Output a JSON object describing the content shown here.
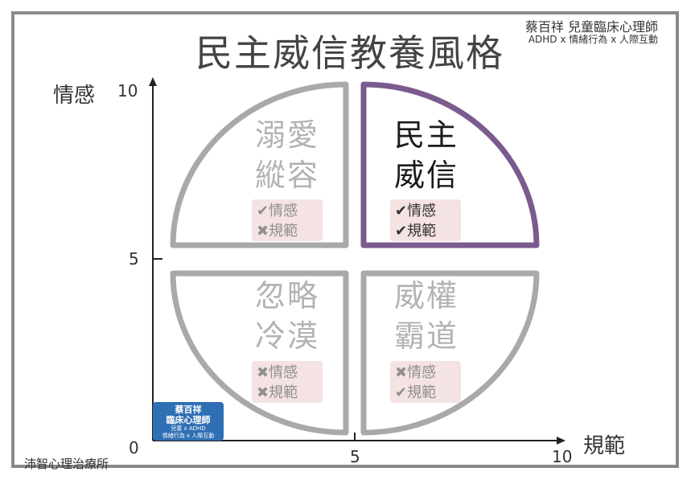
{
  "title": "民主威信教養風格",
  "author": {
    "name": "蔡百祥 兒童臨床心理師",
    "topics": "ADHD x 情緒行為 x 人際互動"
  },
  "axes": {
    "y_label": "情感",
    "x_label": "規範",
    "y_ticks": [
      "10",
      "5"
    ],
    "x_ticks": [
      "5",
      "10"
    ],
    "origin": "0"
  },
  "quadrants": {
    "top_left": {
      "line1": "溺愛",
      "line2": "縱容",
      "tag1": "✔情感",
      "tag2": "✖規範"
    },
    "top_right": {
      "line1": "民主",
      "line2": "威信",
      "tag1": "✔情感",
      "tag2": "✔規範"
    },
    "bottom_left": {
      "line1": "忽略",
      "line2": "冷漠",
      "tag1": "✖情感",
      "tag2": "✖規範"
    },
    "bottom_right": {
      "line1": "威權",
      "line2": "霸道",
      "tag1": "✖情感",
      "tag2": "✔規範"
    }
  },
  "badge": {
    "line1": "蔡百祥",
    "line2": "臨床心理師",
    "line3": "兒童 x ADHD",
    "line4": "情緒行為 x 人際互動"
  },
  "footer": "沛智心理治療所",
  "colors": {
    "highlight": "#7a5b8e",
    "quadrant_outline": "#a9a9a9",
    "tag_background": "#f5e3e3",
    "badge": "#2f6fb3"
  }
}
